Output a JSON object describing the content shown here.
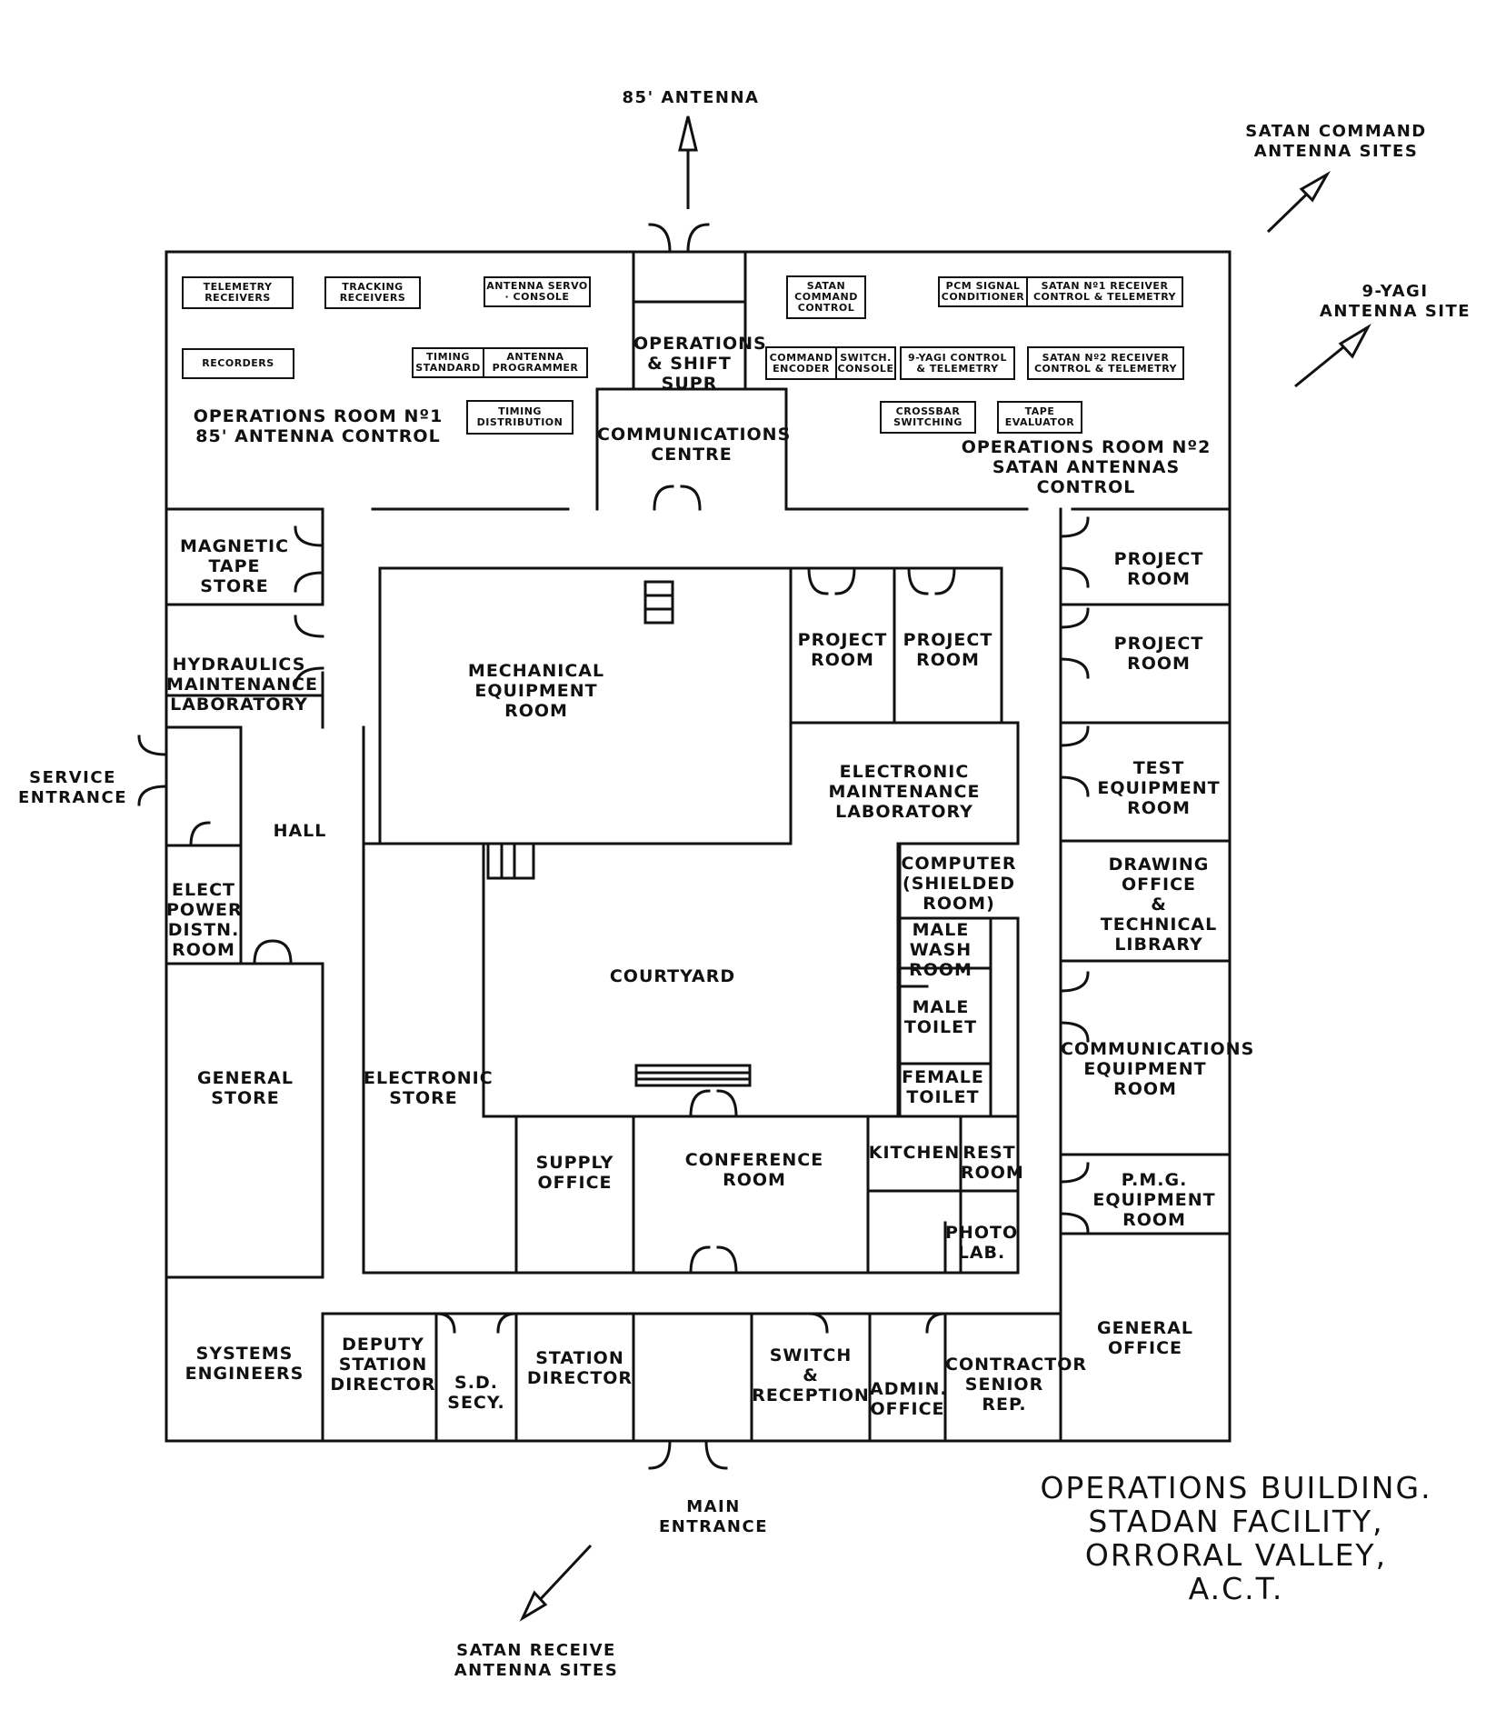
{
  "title": "OPERATIONS BUILDING.\nSTADAN FACILITY,\nORRORAL VALLEY,\nA.C.T.",
  "directions": {
    "antenna_85": "85' ANTENNA",
    "satan_command": "SATAN COMMAND\nANTENNA SITES",
    "yagi_9": "9-YAGI\nANTENNA SITE",
    "satan_receive": "SATAN RECEIVE\nANTENNA SITES",
    "service_entrance": "SERVICE\nENTRANCE",
    "main_entrance": "MAIN\nENTRANCE"
  },
  "rooms": {
    "ops1": "OPERATIONS ROOM Nº1\n85' ANTENNA CONTROL",
    "ops2": "OPERATIONS ROOM Nº2\nSATAN ANTENNAS CONTROL",
    "ops_shift": "OPERATIONS\n& SHIFT\nSUPR",
    "comms_centre": "COMMUNICATIONS\nCENTRE",
    "magnetic_tape": "MAGNETIC\nTAPE\nSTORE",
    "hydraulics": "HYDRAULICS\nMAINTENANCE\nLABORATORY",
    "mechanical": "MECHANICAL\nEQUIPMENT\nROOM",
    "project_a": "PROJECT\nROOM",
    "project_b": "PROJECT\nROOM",
    "project_c": "PROJECT\nROOM",
    "project_d": "PROJECT\nROOM",
    "electronic_maint": "ELECTRONIC\nMAINTENANCE\nLABORATORY",
    "test_equipment": "TEST\nEQUIPMENT\nROOM",
    "hall": "HALL",
    "elect_power": "ELECT\nPOWER\nDISTN.\nROOM",
    "computer": "COMPUTER\n(SHIELDED\nROOM)",
    "drawing_office": "DRAWING\nOFFICE\n&\nTECHNICAL\nLIBRARY",
    "male_wash": "MALE\nWASH\nROOM",
    "male_toilet": "MALE\nTOILET",
    "female_toilet": "FEMALE\nTOILET",
    "courtyard": "COURTYARD",
    "general_store": "GENERAL\nSTORE",
    "electronic_store": "ELECTRONIC\nSTORE",
    "communications_equipment": "COMMUNICATIONS\nEQUIPMENT\nROOM",
    "supply_office": "SUPPLY\nOFFICE",
    "conference": "CONFERENCE\nROOM",
    "kitchen": "KITCHEN",
    "rest_room": "REST\nROOM",
    "photo_lab": "PHOTO\nLAB.",
    "pmg_equipment": "P.M.G.\nEQUIPMENT\nROOM",
    "systems_engineers": "SYSTEMS\nENGINEERS",
    "deputy_director": "DEPUTY\nSTATION\nDIRECTOR",
    "sd_secy": "S.D.\nSECY.",
    "station_director": "STATION\nDIRECTOR",
    "switch_reception": "SWITCH\n&\nRECEPTION",
    "admin_office": "ADMIN.\nOFFICE",
    "contractor": "CONTRACTOR\nSENIOR REP.",
    "general_office": "GENERAL\nOFFICE"
  },
  "equipment": {
    "telemetry_receivers": "TELEMETRY\nRECEIVERS",
    "tracking_receivers": "TRACKING\nRECEIVERS",
    "antenna_servo": "ANTENNA SERVO\n· CONSOLE",
    "recorders": "RECORDERS",
    "timing_standard": "TIMING\nSTANDARD",
    "antenna_programmer": "ANTENNA\nPROGRAMMER",
    "timing_distribution": "TIMING\nDISTRIBUTION",
    "satan_command_control": "SATAN\nCOMMAND\nCONTROL",
    "pcm_signal": "PCM SIGNAL\nCONDITIONER",
    "satan1_receiver": "SATAN Nº1 RECEIVER\nCONTROL & TELEMETRY",
    "command_encoder": "COMMAND\nENCODER",
    "switch_console": "SWITCH.\nCONSOLE",
    "yagi_control": "9-YAGI CONTROL\n& TELEMETRY",
    "satan2_receiver": "SATAN Nº2 RECEIVER\nCONTROL & TELEMETRY",
    "crossbar": "CROSSBAR\nSWITCHING",
    "tape_evaluator": "TAPE\nEVALUATOR"
  }
}
